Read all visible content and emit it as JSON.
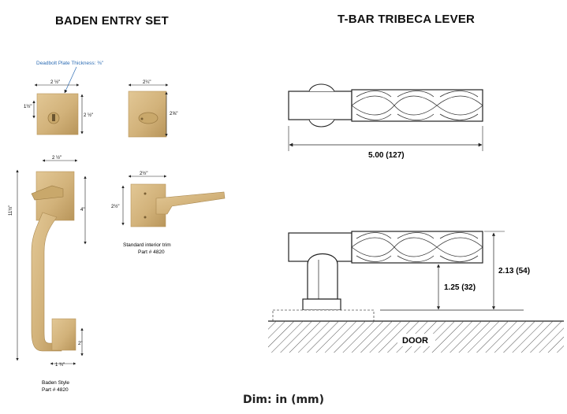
{
  "left_panel": {
    "title": "BADEN ENTRY SET",
    "deadbolt_note": "Deadbolt Plate Thickness: ⅜\"",
    "dims": {
      "deadbolt_width": "2 ½\"",
      "deadbolt_height": "2 ½\"",
      "cylinder_offset": "1½\"",
      "interior_deadbolt_width": "2¼\"",
      "interior_deadbolt_height": "2⅝\"",
      "handle_top_width": "2 ½\"",
      "overall_height": "11½\"",
      "lever_height": "4\"",
      "bottom_height": "2\"",
      "bottom_width": "1 ¾\"",
      "rose_width": "2½\"",
      "rose_height": "2½\""
    },
    "interior_caption_1": "Standard interior trim",
    "interior_caption_2": "Part # 4820",
    "exterior_caption_1": "Baden Style",
    "exterior_caption_2": "Part # 4820"
  },
  "right_panel": {
    "title": "T-BAR TRIBECA LEVER",
    "length_label": "5.00 (127)",
    "projection_label": "2.13 (54)",
    "center_label": "1.25 (32)",
    "door_label": "DOOR"
  },
  "footer": "Dim: in (mm)",
  "colors": {
    "brass": "#d2b27a",
    "brass_dark": "#b8955a",
    "dim_line": "#222222",
    "note_blue": "#2e6db4"
  }
}
